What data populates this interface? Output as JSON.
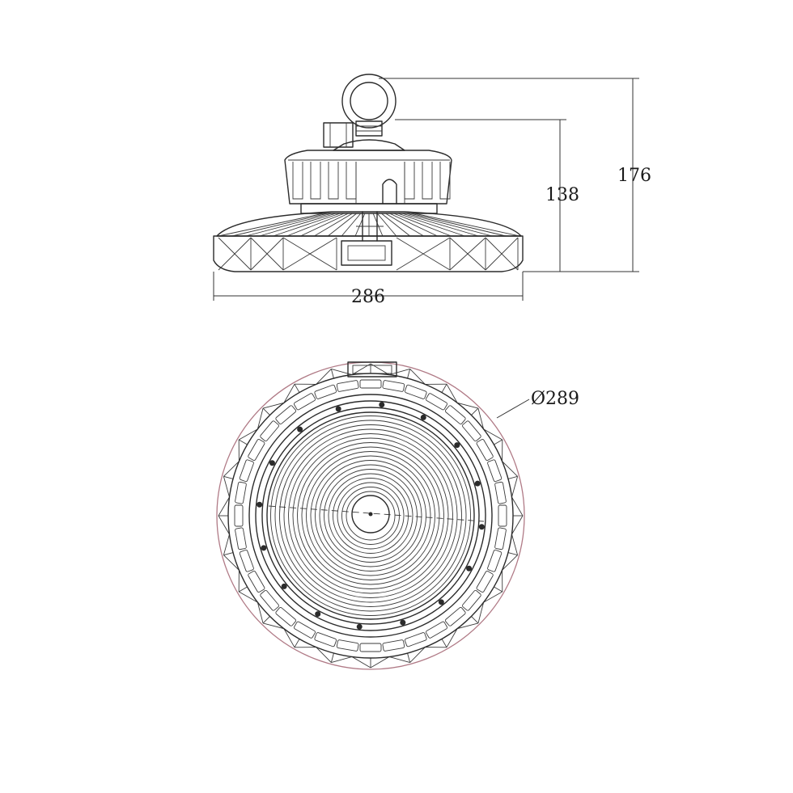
{
  "dimensions": {
    "total_height": "176",
    "body_height": "138",
    "width": "286",
    "diameter": "Ø289"
  },
  "colors": {
    "line": "#2b2b2b",
    "outer_ring": "#b07a86",
    "background": "#ffffff"
  }
}
